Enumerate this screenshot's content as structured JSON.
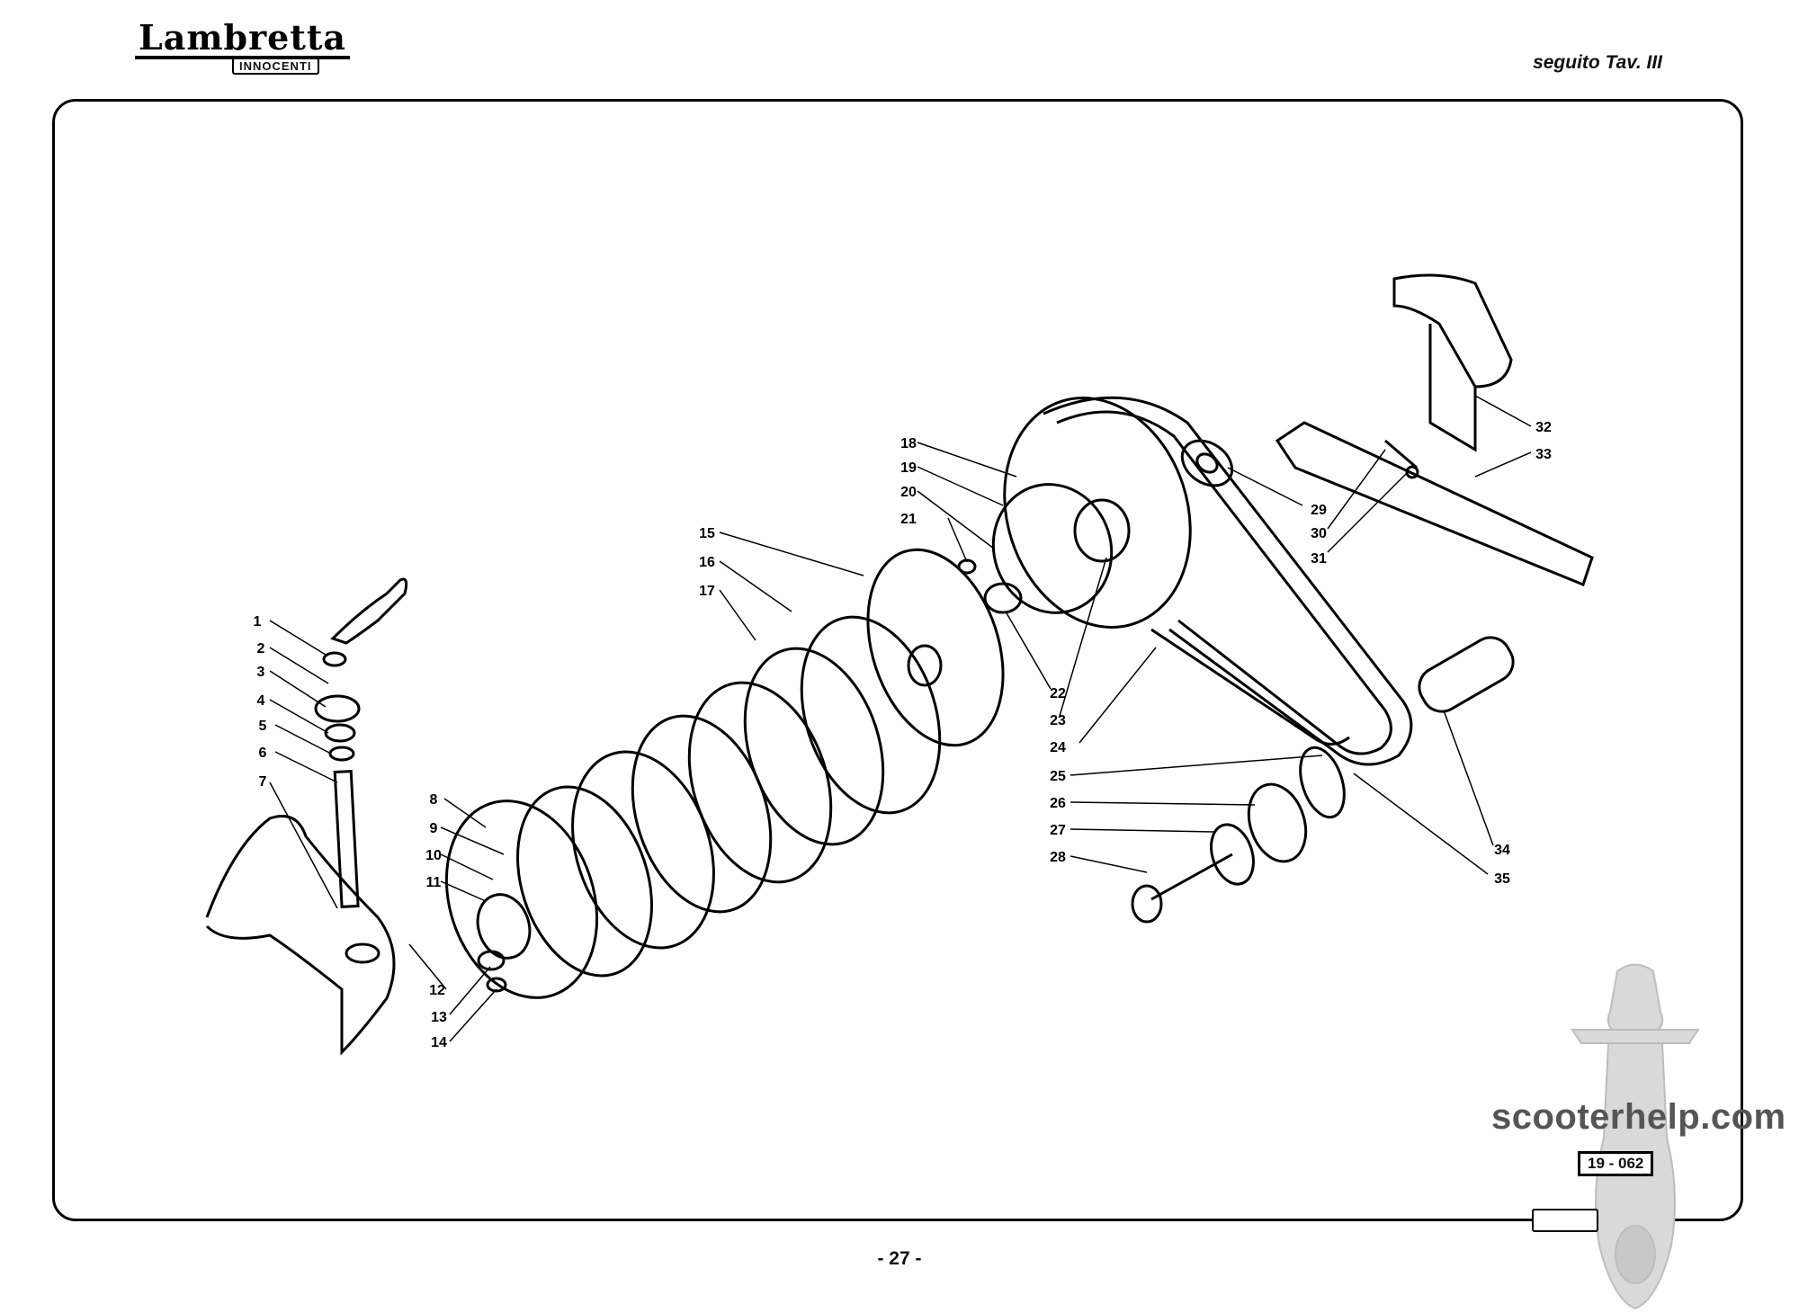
{
  "header": {
    "logo_main": "Lambretta",
    "logo_sub": "INNOCENTI",
    "ref_title": "seguito Tav. III"
  },
  "diagram": {
    "callouts": [
      "1",
      "2",
      "3",
      "4",
      "5",
      "6",
      "7",
      "8",
      "9",
      "10",
      "11",
      "12",
      "13",
      "14",
      "15",
      "16",
      "17",
      "18",
      "19",
      "20",
      "21",
      "22",
      "23",
      "24",
      "25",
      "26",
      "27",
      "28",
      "29",
      "30",
      "31",
      "32",
      "33",
      "34",
      "35"
    ]
  },
  "footer": {
    "page_number": "- 27 -",
    "plate_code": "19 - 062"
  },
  "watermark": {
    "text": "scooterhelp.com"
  }
}
